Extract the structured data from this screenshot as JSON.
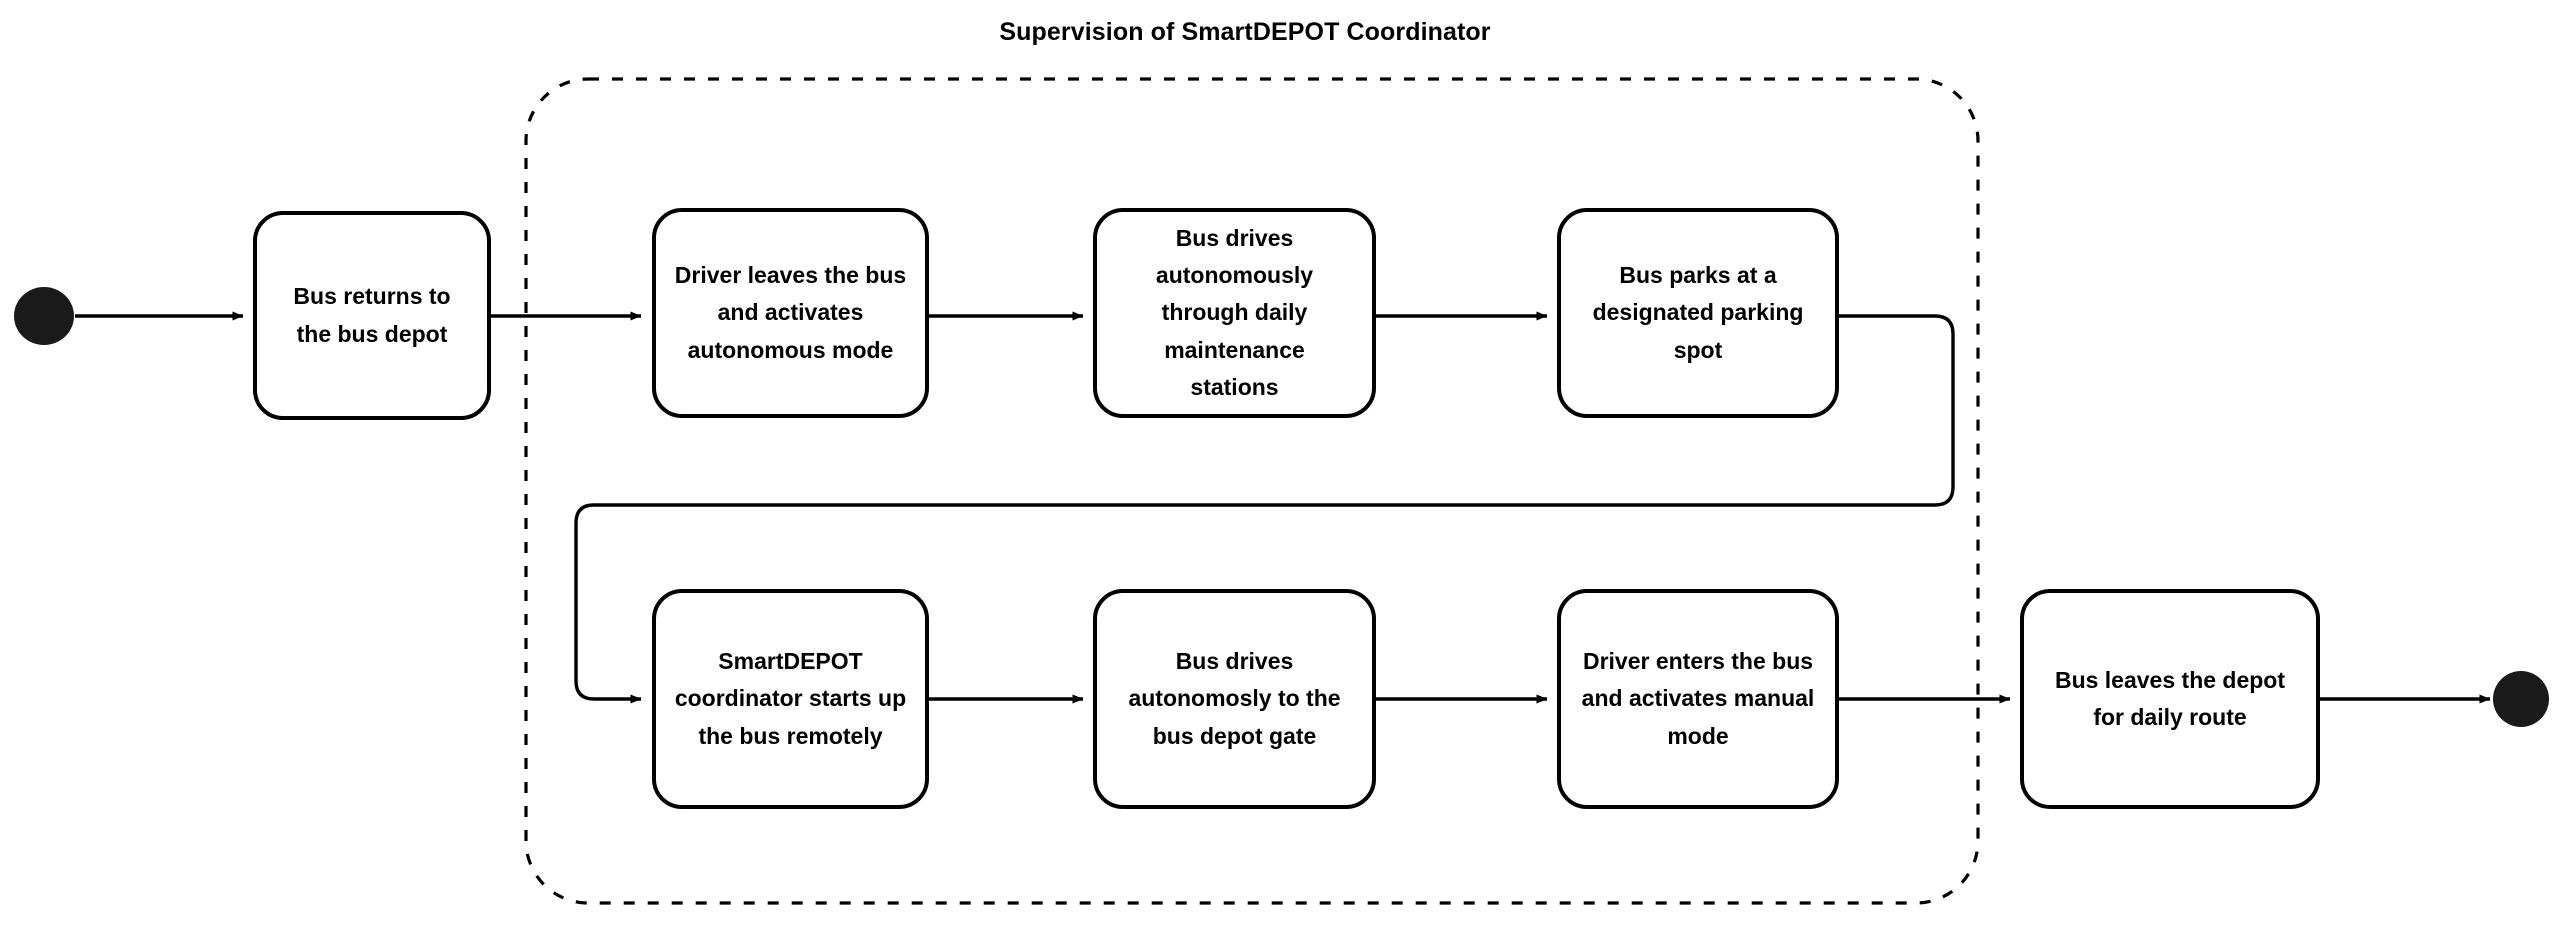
{
  "diagram": {
    "type": "activity-flowchart",
    "title": "Supervision of SmartDEPOT Coordinator",
    "background_color": "#ffffff",
    "stroke_color": "#000000",
    "boundary": {
      "name": "supervision-region",
      "style": "dashed-rounded-rectangle",
      "label": "Supervision of SmartDEPOT Coordinator"
    },
    "start_node": {
      "label": "",
      "shape": "filled-circle"
    },
    "end_node": {
      "label": "",
      "shape": "filled-circle"
    },
    "nodes": [
      {
        "id": "n1",
        "label": "Bus returns to\nthe bus depot",
        "row": "top",
        "inside_region": false
      },
      {
        "id": "n2",
        "label": "Driver leaves the bus\nand activates\nautonomous mode",
        "row": "top",
        "inside_region": true
      },
      {
        "id": "n3",
        "label": "Bus drives\nautonomously\nthrough daily\nmaintenance\nstations",
        "row": "top",
        "inside_region": true
      },
      {
        "id": "n4",
        "label": "Bus parks at a\ndesignated parking\nspot",
        "row": "top",
        "inside_region": true
      },
      {
        "id": "n5",
        "label": "SmartDEPOT\ncoordinator starts up\nthe bus remotely",
        "row": "bottom",
        "inside_region": true
      },
      {
        "id": "n6",
        "label": "Bus drives\nautonomosly to the\nbus depot gate",
        "row": "bottom",
        "inside_region": true
      },
      {
        "id": "n7",
        "label": "Driver enters the bus\nand activates manual\nmode",
        "row": "bottom",
        "inside_region": true
      },
      {
        "id": "n8",
        "label": "Bus leaves the depot\nfor daily route",
        "row": "bottom",
        "inside_region": false
      }
    ],
    "edges": [
      {
        "from": "start",
        "to": "n1",
        "style": "straight-arrow"
      },
      {
        "from": "n1",
        "to": "n2",
        "style": "straight-arrow"
      },
      {
        "from": "n2",
        "to": "n3",
        "style": "straight-arrow"
      },
      {
        "from": "n3",
        "to": "n4",
        "style": "straight-arrow"
      },
      {
        "from": "n4",
        "to": "n5",
        "style": "orthogonal-wrap-arrow"
      },
      {
        "from": "n5",
        "to": "n6",
        "style": "straight-arrow"
      },
      {
        "from": "n6",
        "to": "n7",
        "style": "straight-arrow"
      },
      {
        "from": "n7",
        "to": "n8",
        "style": "straight-arrow"
      },
      {
        "from": "n8",
        "to": "end",
        "style": "straight-arrow"
      }
    ]
  }
}
